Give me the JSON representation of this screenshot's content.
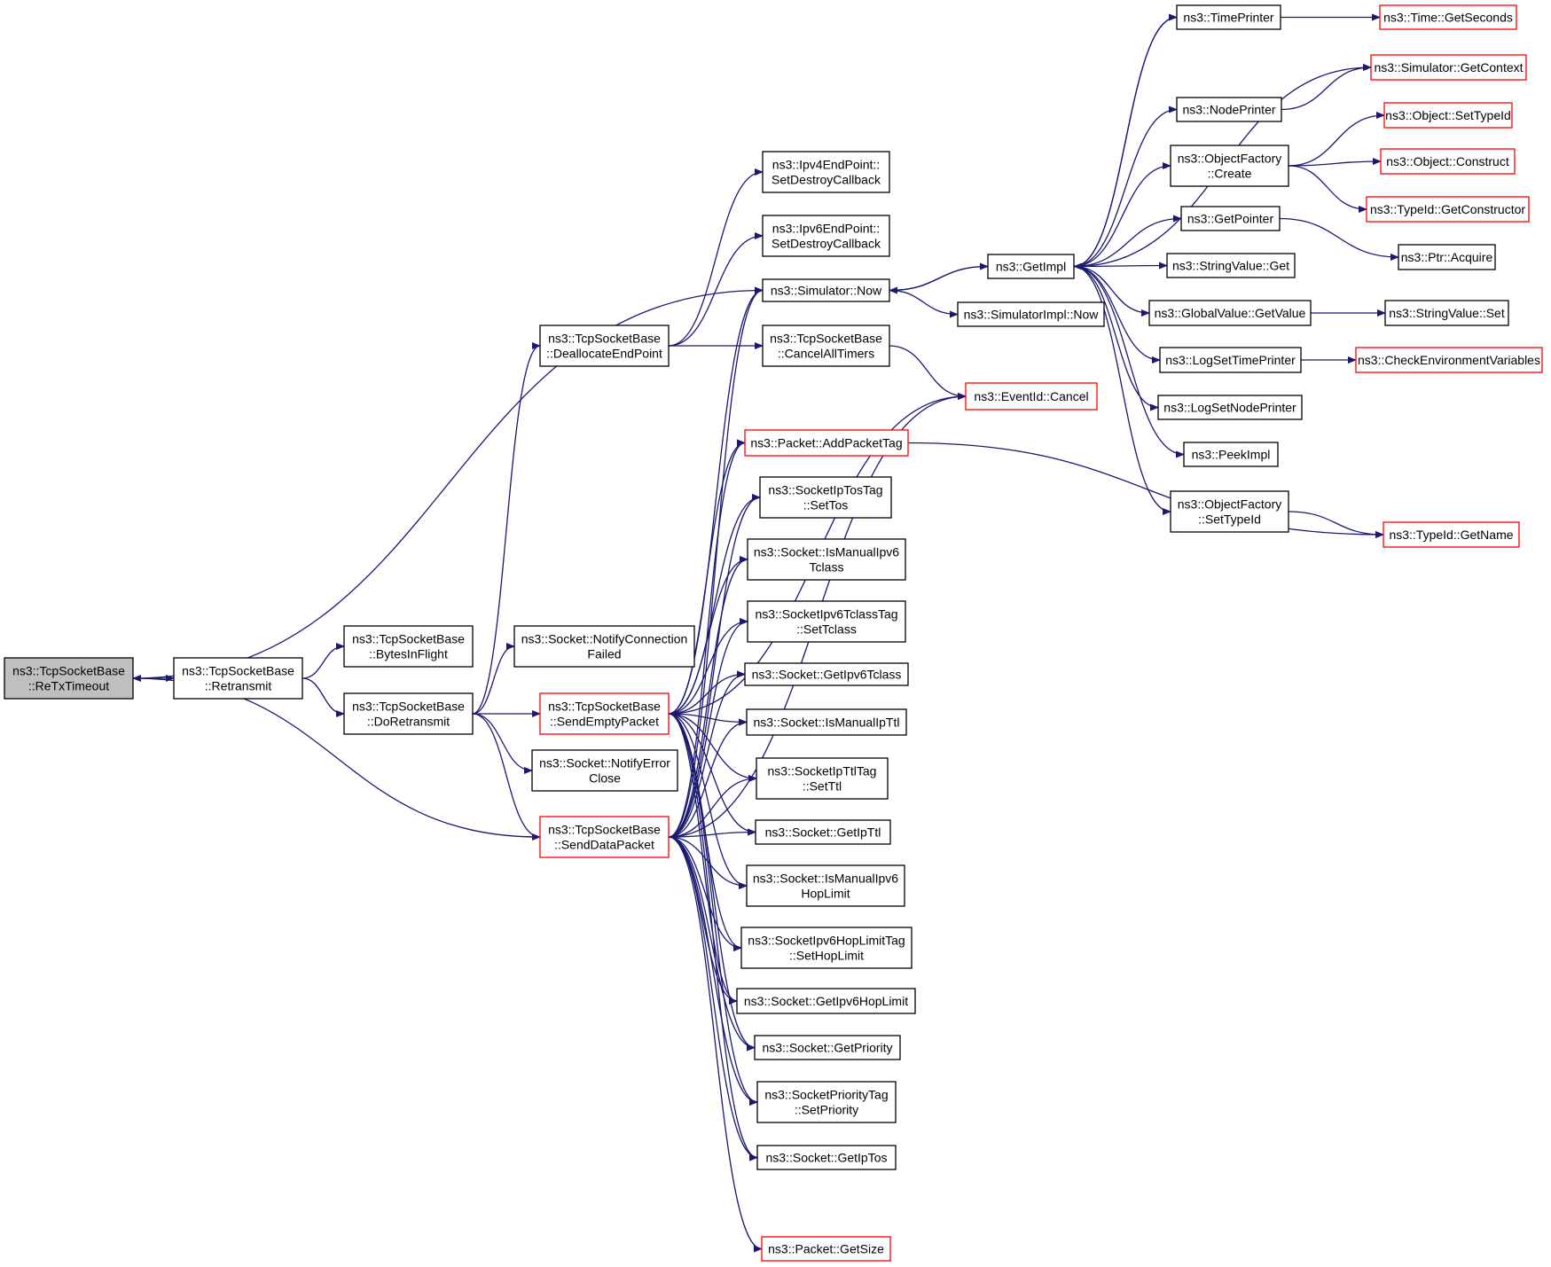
{
  "colors": {
    "edge": "#191970",
    "node_border": "#000000",
    "node_border_truncated": "#ff0000",
    "root_fill": "#bfbfbf",
    "node_fill": "#ffffff"
  },
  "nodes": [
    {
      "id": "retx",
      "lines": [
        "ns3::TcpSocketBase",
        "::ReTxTimeout"
      ],
      "style": "root"
    },
    {
      "id": "retransmit",
      "lines": [
        "ns3::TcpSocketBase",
        "::Retransmit"
      ],
      "style": "normal"
    },
    {
      "id": "bytesinflight",
      "lines": [
        "ns3::TcpSocketBase",
        "::BytesInFlight"
      ],
      "style": "normal"
    },
    {
      "id": "doretransmit",
      "lines": [
        "ns3::TcpSocketBase",
        "::DoRetransmit"
      ],
      "style": "normal"
    },
    {
      "id": "dealloc",
      "lines": [
        "ns3::TcpSocketBase",
        "::DeallocateEndPoint"
      ],
      "style": "normal"
    },
    {
      "id": "notifyconn",
      "lines": [
        "ns3::Socket::NotifyConnection",
        "Failed"
      ],
      "style": "normal"
    },
    {
      "id": "sendempty",
      "lines": [
        "ns3::TcpSocketBase",
        "::SendEmptyPacket"
      ],
      "style": "truncated"
    },
    {
      "id": "notifyerr",
      "lines": [
        "ns3::Socket::NotifyError",
        "Close"
      ],
      "style": "normal"
    },
    {
      "id": "senddata",
      "lines": [
        "ns3::TcpSocketBase",
        "::SendDataPacket"
      ],
      "style": "truncated"
    },
    {
      "id": "ipv4ep",
      "lines": [
        "ns3::Ipv4EndPoint::",
        "SetDestroyCallback"
      ],
      "style": "normal"
    },
    {
      "id": "ipv6ep",
      "lines": [
        "ns3::Ipv6EndPoint::",
        "SetDestroyCallback"
      ],
      "style": "normal"
    },
    {
      "id": "simnow",
      "lines": [
        "ns3::Simulator::Now"
      ],
      "style": "normal"
    },
    {
      "id": "cancelall",
      "lines": [
        "ns3::TcpSocketBase",
        "::CancelAllTimers"
      ],
      "style": "normal"
    },
    {
      "id": "addtag",
      "lines": [
        "ns3::Packet::AddPacketTag"
      ],
      "style": "truncated"
    },
    {
      "id": "settos",
      "lines": [
        "ns3::SocketIpTosTag",
        "::SetTos"
      ],
      "style": "normal"
    },
    {
      "id": "ismanv6tc",
      "lines": [
        "ns3::Socket::IsManualIpv6",
        "Tclass"
      ],
      "style": "normal"
    },
    {
      "id": "settclass",
      "lines": [
        "ns3::SocketIpv6TclassTag",
        "::SetTclass"
      ],
      "style": "normal"
    },
    {
      "id": "getv6tc",
      "lines": [
        "ns3::Socket::GetIpv6Tclass"
      ],
      "style": "normal"
    },
    {
      "id": "ismanttl",
      "lines": [
        "ns3::Socket::IsManualIpTtl"
      ],
      "style": "normal"
    },
    {
      "id": "setttl",
      "lines": [
        "ns3::SocketIpTtlTag",
        "::SetTtl"
      ],
      "style": "normal"
    },
    {
      "id": "getipttl",
      "lines": [
        "ns3::Socket::GetIpTtl"
      ],
      "style": "normal"
    },
    {
      "id": "ismanv6hl",
      "lines": [
        "ns3::Socket::IsManualIpv6",
        "HopLimit"
      ],
      "style": "normal"
    },
    {
      "id": "sethoplimit",
      "lines": [
        "ns3::SocketIpv6HopLimitTag",
        "::SetHopLimit"
      ],
      "style": "normal"
    },
    {
      "id": "getv6hl",
      "lines": [
        "ns3::Socket::GetIpv6HopLimit"
      ],
      "style": "normal"
    },
    {
      "id": "getprio",
      "lines": [
        "ns3::Socket::GetPriority"
      ],
      "style": "normal"
    },
    {
      "id": "setprio",
      "lines": [
        "ns3::SocketPriorityTag",
        "::SetPriority"
      ],
      "style": "normal"
    },
    {
      "id": "getiptos",
      "lines": [
        "ns3::Socket::GetIpTos"
      ],
      "style": "normal"
    },
    {
      "id": "getsize",
      "lines": [
        "ns3::Packet::GetSize"
      ],
      "style": "truncated"
    },
    {
      "id": "getimpl",
      "lines": [
        "ns3::GetImpl"
      ],
      "style": "normal"
    },
    {
      "id": "simimplnow",
      "lines": [
        "ns3::SimulatorImpl::Now"
      ],
      "style": "normal"
    },
    {
      "id": "evcancel",
      "lines": [
        "ns3::EventId::Cancel"
      ],
      "style": "truncated"
    },
    {
      "id": "timeprinter",
      "lines": [
        "ns3::TimePrinter"
      ],
      "style": "normal"
    },
    {
      "id": "nodeprinter",
      "lines": [
        "ns3::NodePrinter"
      ],
      "style": "normal"
    },
    {
      "id": "ofcreate",
      "lines": [
        "ns3::ObjectFactory",
        "::Create"
      ],
      "style": "normal"
    },
    {
      "id": "getpointer",
      "lines": [
        "ns3::GetPointer"
      ],
      "style": "normal"
    },
    {
      "id": "strget",
      "lines": [
        "ns3::StringValue::Get"
      ],
      "style": "normal"
    },
    {
      "id": "gvgetvalue",
      "lines": [
        "ns3::GlobalValue::GetValue"
      ],
      "style": "normal"
    },
    {
      "id": "logsettime",
      "lines": [
        "ns3::LogSetTimePrinter"
      ],
      "style": "normal"
    },
    {
      "id": "logsetnode",
      "lines": [
        "ns3::LogSetNodePrinter"
      ],
      "style": "normal"
    },
    {
      "id": "peekimpl",
      "lines": [
        "ns3::PeekImpl"
      ],
      "style": "normal"
    },
    {
      "id": "ofsettypeid",
      "lines": [
        "ns3::ObjectFactory",
        "::SetTypeId"
      ],
      "style": "normal"
    },
    {
      "id": "timegetsec",
      "lines": [
        "ns3::Time::GetSeconds"
      ],
      "style": "truncated"
    },
    {
      "id": "simgetctx",
      "lines": [
        "ns3::Simulator::GetContext"
      ],
      "style": "truncated"
    },
    {
      "id": "objsettypeid",
      "lines": [
        "ns3::Object::SetTypeId"
      ],
      "style": "truncated"
    },
    {
      "id": "objconstruct",
      "lines": [
        "ns3::Object::Construct"
      ],
      "style": "truncated"
    },
    {
      "id": "typeidgetctor",
      "lines": [
        "ns3::TypeId::GetConstructor"
      ],
      "style": "truncated"
    },
    {
      "id": "ptracquire",
      "lines": [
        "ns3::Ptr::Acquire"
      ],
      "style": "normal"
    },
    {
      "id": "strset",
      "lines": [
        "ns3::StringValue::Set"
      ],
      "style": "normal"
    },
    {
      "id": "checkenv",
      "lines": [
        "ns3::CheckEnvironmentVariables"
      ],
      "style": "truncated"
    },
    {
      "id": "typeidgetname",
      "lines": [
        "ns3::TypeId::GetName"
      ],
      "style": "truncated"
    }
  ],
  "edges": [
    [
      "retx",
      "retransmit"
    ],
    [
      "retx",
      "simnow"
    ],
    [
      "senddata",
      "retx"
    ],
    [
      "retransmit",
      "bytesinflight"
    ],
    [
      "retransmit",
      "doretransmit"
    ],
    [
      "doretransmit",
      "dealloc"
    ],
    [
      "doretransmit",
      "notifyconn"
    ],
    [
      "doretransmit",
      "sendempty"
    ],
    [
      "doretransmit",
      "notifyerr"
    ],
    [
      "doretransmit",
      "senddata"
    ],
    [
      "dealloc",
      "ipv4ep"
    ],
    [
      "dealloc",
      "ipv6ep"
    ],
    [
      "dealloc",
      "cancelall"
    ],
    [
      "cancelall",
      "evcancel"
    ],
    [
      "sendempty",
      "simnow"
    ],
    [
      "sendempty",
      "evcancel"
    ],
    [
      "sendempty",
      "addtag"
    ],
    [
      "sendempty",
      "settos"
    ],
    [
      "sendempty",
      "ismanv6tc"
    ],
    [
      "sendempty",
      "settclass"
    ],
    [
      "sendempty",
      "getv6tc"
    ],
    [
      "sendempty",
      "ismanttl"
    ],
    [
      "sendempty",
      "setttl"
    ],
    [
      "sendempty",
      "getipttl"
    ],
    [
      "sendempty",
      "ismanv6hl"
    ],
    [
      "sendempty",
      "sethoplimit"
    ],
    [
      "sendempty",
      "getv6hl"
    ],
    [
      "sendempty",
      "getprio"
    ],
    [
      "sendempty",
      "setprio"
    ],
    [
      "sendempty",
      "getiptos"
    ],
    [
      "senddata",
      "simnow"
    ],
    [
      "senddata",
      "addtag"
    ],
    [
      "senddata",
      "settos"
    ],
    [
      "senddata",
      "ismanv6tc"
    ],
    [
      "senddata",
      "settclass"
    ],
    [
      "senddata",
      "getv6tc"
    ],
    [
      "senddata",
      "ismanttl"
    ],
    [
      "senddata",
      "setttl"
    ],
    [
      "senddata",
      "getipttl"
    ],
    [
      "senddata",
      "ismanv6hl"
    ],
    [
      "senddata",
      "sethoplimit"
    ],
    [
      "senddata",
      "getv6hl"
    ],
    [
      "senddata",
      "getprio"
    ],
    [
      "senddata",
      "setprio"
    ],
    [
      "senddata",
      "getiptos"
    ],
    [
      "senddata",
      "getsize"
    ],
    [
      "senddata",
      "evcancel"
    ],
    [
      "simnow",
      "getimpl"
    ],
    [
      "simnow",
      "simimplnow"
    ],
    [
      "getimpl",
      "simnow"
    ],
    [
      "getimpl",
      "timeprinter"
    ],
    [
      "getimpl",
      "simgetctx"
    ],
    [
      "getimpl",
      "nodeprinter"
    ],
    [
      "getimpl",
      "ofcreate"
    ],
    [
      "getimpl",
      "getpointer"
    ],
    [
      "getimpl",
      "strget"
    ],
    [
      "getimpl",
      "gvgetvalue"
    ],
    [
      "getimpl",
      "logsettime"
    ],
    [
      "getimpl",
      "logsetnode"
    ],
    [
      "getimpl",
      "peekimpl"
    ],
    [
      "getimpl",
      "ofsettypeid"
    ],
    [
      "timeprinter",
      "timegetsec"
    ],
    [
      "timeprinter",
      "getimpl"
    ],
    [
      "nodeprinter",
      "simgetctx"
    ],
    [
      "ofcreate",
      "objsettypeid"
    ],
    [
      "ofcreate",
      "objconstruct"
    ],
    [
      "ofcreate",
      "typeidgetctor"
    ],
    [
      "getpointer",
      "ptracquire"
    ],
    [
      "gvgetvalue",
      "strset"
    ],
    [
      "logsettime",
      "checkenv"
    ],
    [
      "ofsettypeid",
      "typeidgetname"
    ],
    [
      "addtag",
      "typeidgetname"
    ]
  ]
}
